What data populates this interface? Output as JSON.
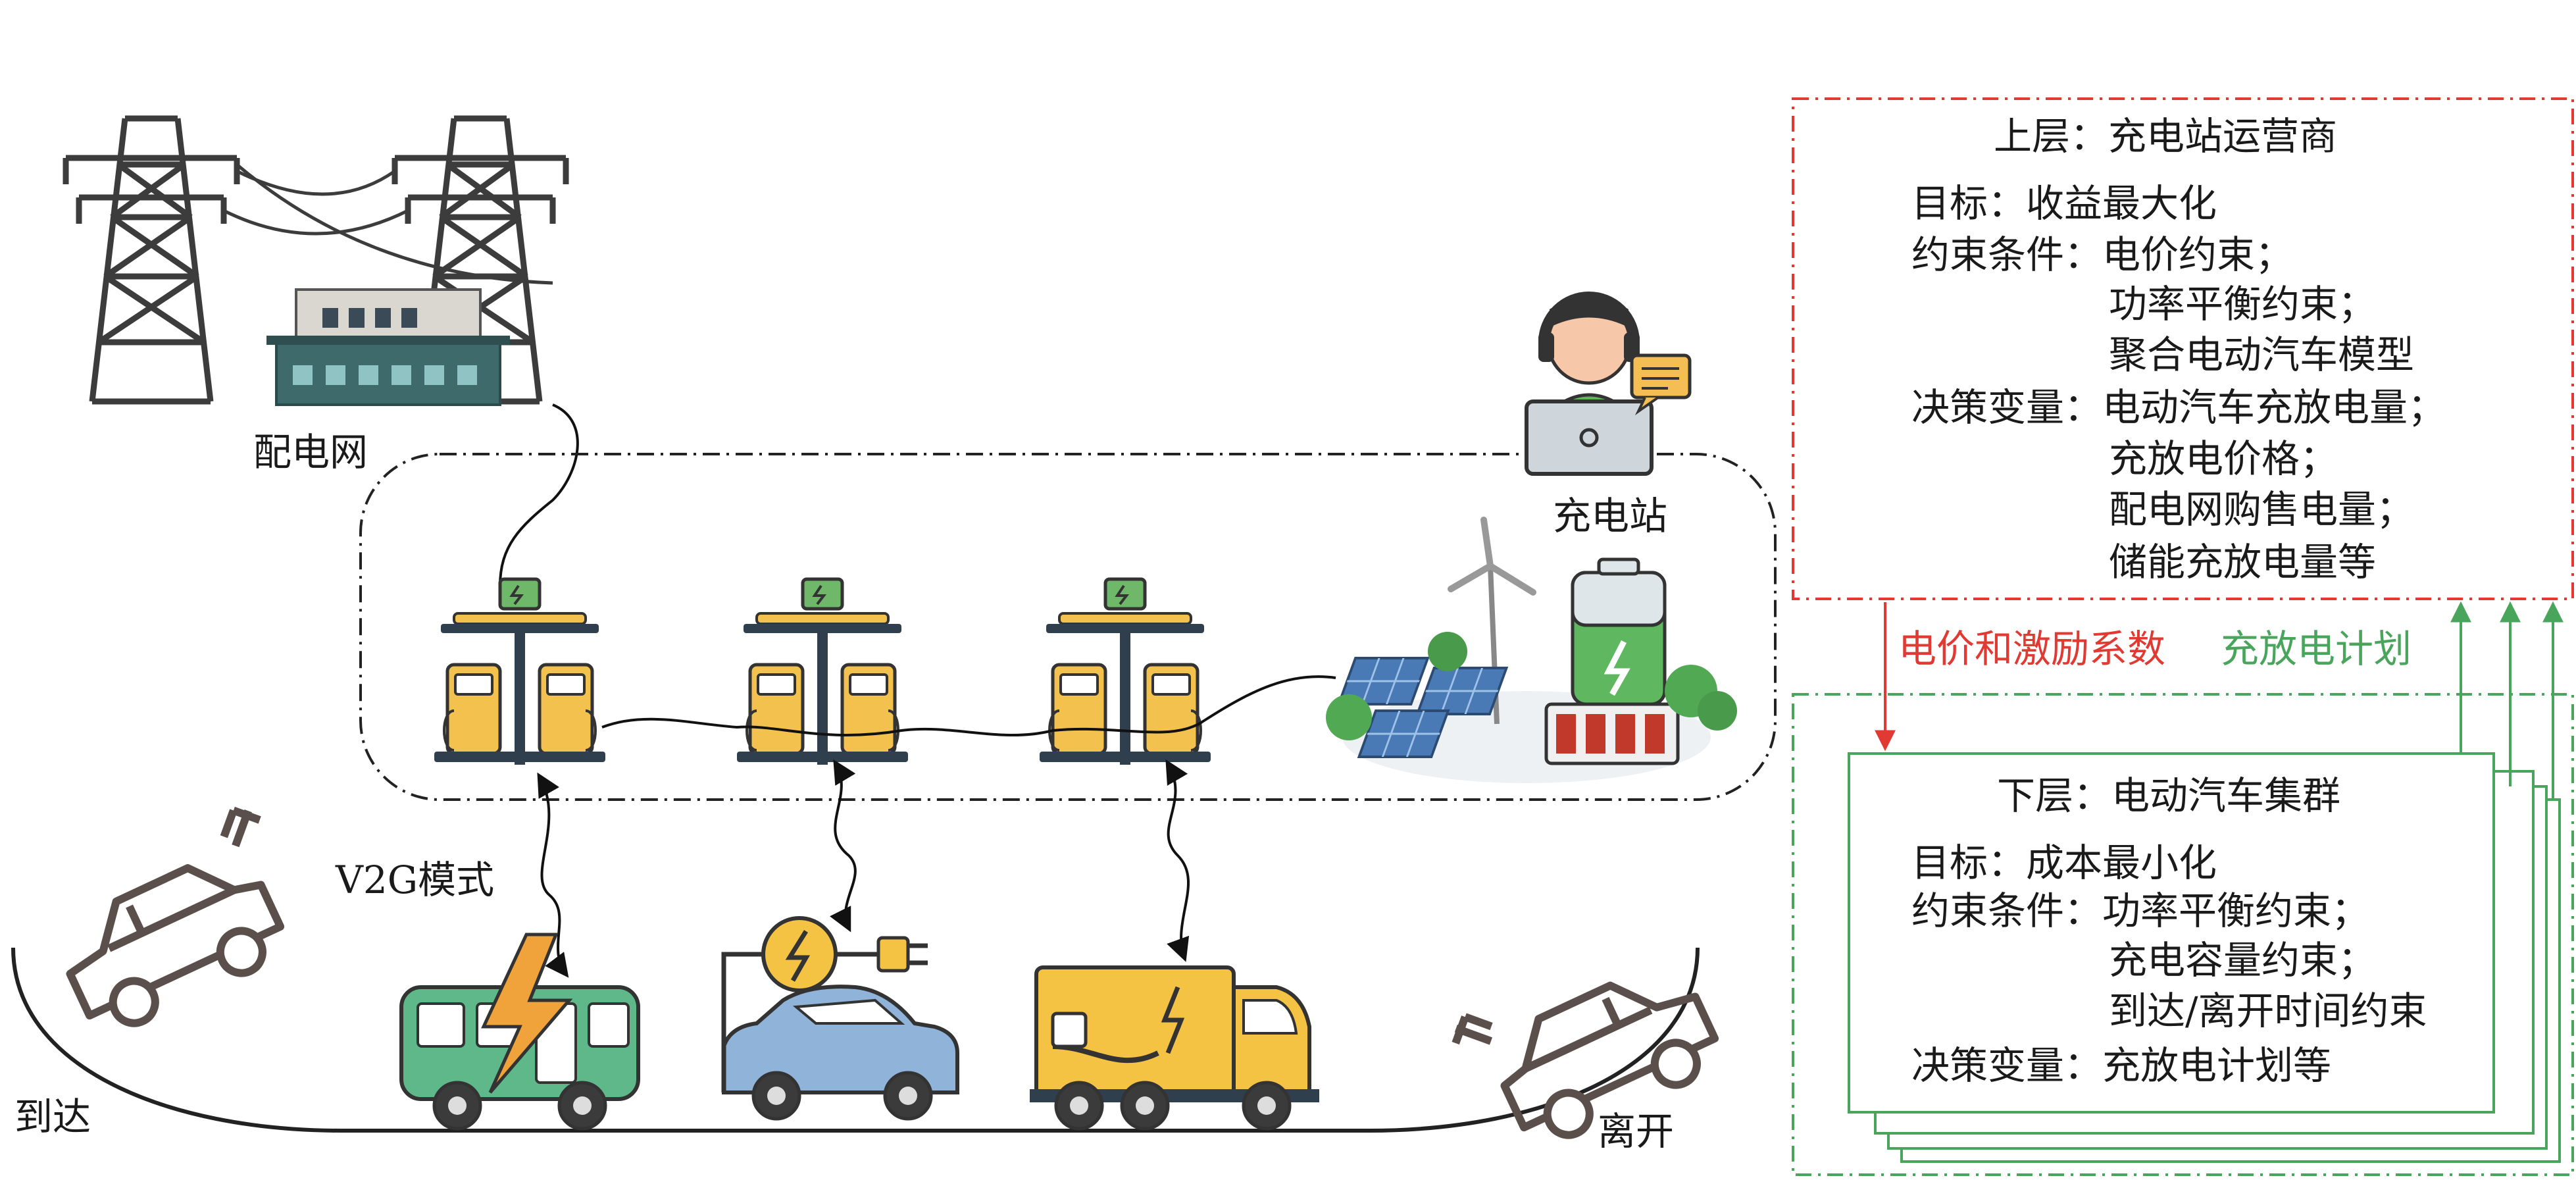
{
  "labels": {
    "grid": "配电网",
    "station": "充电站",
    "v2g": "V2G模式",
    "arrive": "到达",
    "leave": "离开"
  },
  "upper": {
    "title": "上层：充电站运营商",
    "lines": [
      "目标：收益最大化",
      "约束条件：电价约束；",
      "功率平衡约束；",
      "聚合电动汽车模型",
      "决策变量：电动汽车充放电量；",
      "充放电价格；",
      "配电网购售电量；",
      "储能充放电量等"
    ]
  },
  "lower": {
    "title": "下层：电动汽车集群",
    "lines": [
      "目标：成本最小化",
      "约束条件：功率平衡约束；",
      "充电容量约束；",
      "到达/离开时间约束",
      "决策变量：充放电计划等"
    ]
  },
  "flows": {
    "down": "电价和激励系数",
    "up": "充放电计划"
  },
  "colors": {
    "red": "#e03a33",
    "green": "#4aa55c",
    "pile_yellow": "#f3c24e",
    "pile_dark": "#2f3f4d",
    "car_outline": "#5a4f4a"
  }
}
